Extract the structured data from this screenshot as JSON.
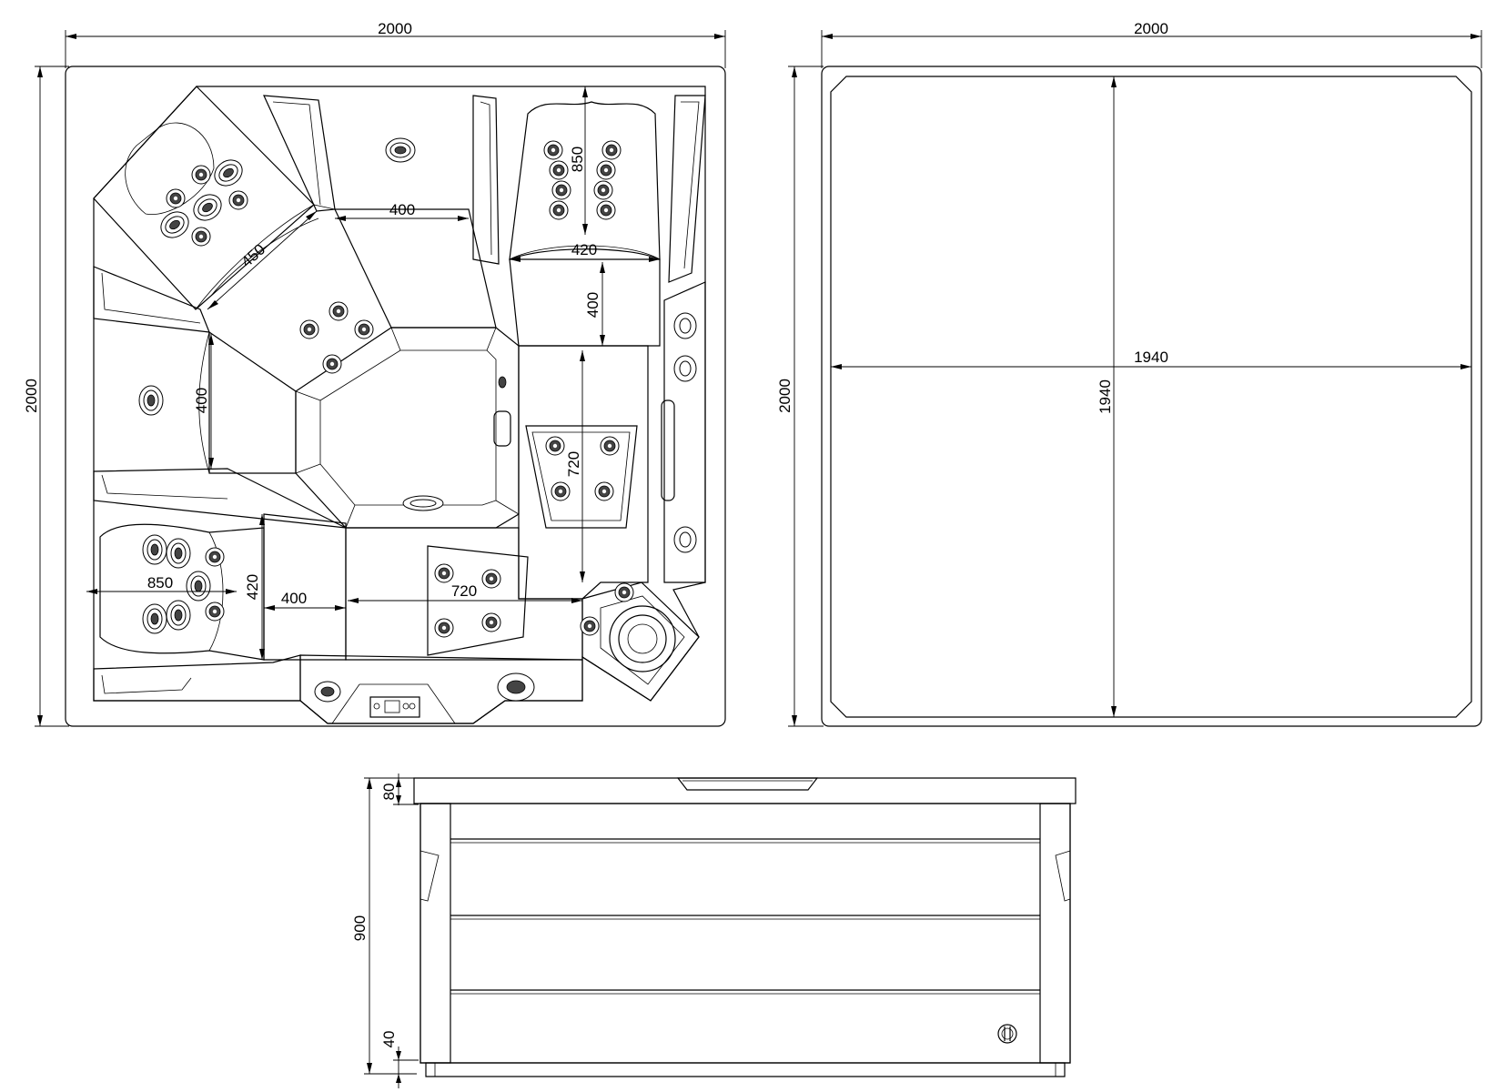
{
  "top_view": {
    "width_label": "2000",
    "height_label": "2000",
    "dims": {
      "corner_seat": "450",
      "top_seat_width": "400",
      "lounger_length": "850",
      "lounger_width": "420",
      "right_seat_depth": "400",
      "right_seat_length": "720",
      "left_seat": "400",
      "bottom_lounger_length": "850",
      "bottom_lounger_width": "420",
      "bottom_seat": "400",
      "floor_length": "720"
    }
  },
  "cover_view": {
    "width_label": "2000",
    "height_label": "2000",
    "inner_width_label": "1940",
    "inner_height_label": "1940"
  },
  "side_view": {
    "height_label": "900",
    "top_label": "80",
    "base_label": "40"
  }
}
